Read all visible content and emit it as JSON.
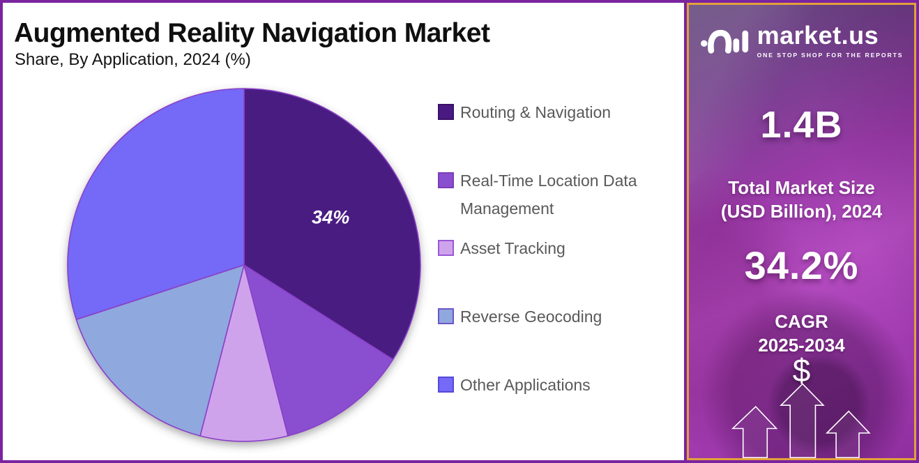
{
  "header": {
    "title": "Augmented Reality Navigation Market",
    "subtitle": "Share, By Application, 2024 (%)"
  },
  "chart_data": {
    "type": "pie",
    "title": "Augmented Reality Navigation Market — Share, By Application, 2024 (%)",
    "categories": [
      "Routing & Navigation",
      "Real-Time Location Data Management",
      "Asset Tracking",
      "Reverse Geocoding",
      "Other Applications"
    ],
    "values": [
      34,
      12,
      8,
      16,
      30
    ],
    "slices": [
      {
        "category": "Routing & Navigation",
        "value_pct": 34,
        "displayed_label": "34%",
        "color": "#4a1a82",
        "swatch_border": "#3a1166"
      },
      {
        "category": "Real-Time Location Data Management",
        "value_pct": 12,
        "displayed_label": "",
        "color": "#8a4fd0",
        "swatch_border": "#7a3cb8"
      },
      {
        "category": "Asset Tracking",
        "value_pct": 8,
        "displayed_label": "",
        "color": "#cfa3ec",
        "swatch_border": "#9a57d6"
      },
      {
        "category": "Reverse Geocoding",
        "value_pct": 16,
        "displayed_label": "",
        "color": "#8fa8de",
        "swatch_border": "#6f55c8"
      },
      {
        "category": "Other Applications",
        "value_pct": 30,
        "displayed_label": "",
        "color": "#7569f7",
        "swatch_border": "#5848d8"
      }
    ],
    "start_angle_deg": 0,
    "direction": "clockwise",
    "legend_position": "right",
    "slice_outline_color": "#8a3fc6"
  },
  "sidebar": {
    "logo": {
      "brand": "market.us",
      "tagline": "ONE STOP SHOP FOR THE REPORTS"
    },
    "market_size": {
      "value": "1.4B",
      "label_line1": "Total Market Size",
      "label_line2": "(USD Billion), 2024"
    },
    "cagr": {
      "value": "34.2%",
      "label_line1": "CAGR",
      "label_line2": "2025-2034"
    },
    "dollar_symbol": "$",
    "accent_border_color": "#e2a13c",
    "background_colors": [
      "#644a7c",
      "#9a3aa8",
      "#b44cc0",
      "#8f2f9f"
    ]
  },
  "frame": {
    "border_color": "#7b24a0"
  }
}
